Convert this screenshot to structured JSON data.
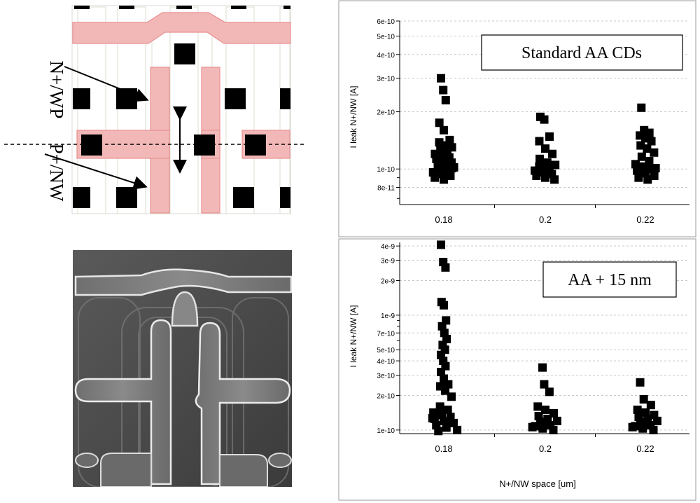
{
  "layout_panel": {
    "label_top": "N+/WP",
    "label_bottom": "P+/NW"
  },
  "sem_panel": {
    "icon": "sem-micrograph"
  },
  "chart_data": [
    {
      "type": "scatter",
      "title": "Standard AA CDs",
      "xlabel": "",
      "ylabel": "I leak N+/NW [A]",
      "yscale": "log",
      "ylim": [
        6.5e-11,
        6e-10
      ],
      "categories": [
        "0.18",
        "0.2",
        "0.22"
      ],
      "yticks": [
        {
          "v": 6e-10,
          "label": "6e-10"
        },
        {
          "v": 5e-10,
          "label": "5e-10"
        },
        {
          "v": 4e-10,
          "label": "4e-10"
        },
        {
          "v": 3e-10,
          "label": "3e-10"
        },
        {
          "v": 2e-10,
          "label": "2e-10"
        },
        {
          "v": 1e-10,
          "label": "1e-10"
        },
        {
          "v": 8e-11,
          "label": "8e-11"
        }
      ],
      "minor_ticks": [
        9e-11,
        7e-11
      ],
      "grid": true,
      "series": [
        {
          "category": "0.18",
          "values": [
            3e-10,
            2.6e-10,
            2.3e-10,
            1.75e-10,
            1.6e-10,
            1.42e-10,
            1.38e-10,
            1.33e-10,
            1.3e-10,
            1.26e-10,
            1.23e-10,
            1.2e-10,
            1.18e-10,
            1.15e-10,
            1.13e-10,
            1.1e-10,
            1.08e-10,
            1.06e-10,
            1.04e-10,
            1.02e-10,
            1e-10,
            9.8e-11,
            9.6e-11,
            9.4e-11,
            9.2e-11,
            9e-11,
            8.8e-11,
            1.01e-10,
            1.05e-10,
            9.7e-11
          ]
        },
        {
          "category": "0.2",
          "values": [
            1.88e-10,
            1.82e-10,
            1.48e-10,
            1.4e-10,
            1.28e-10,
            1.2e-10,
            1.13e-10,
            1.08e-10,
            1.05e-10,
            1.02e-10,
            1e-10,
            9.8e-11,
            9.6e-11,
            9.4e-11,
            9.2e-11,
            9e-11,
            8.8e-11,
            1.03e-10,
            9.7e-11
          ]
        },
        {
          "category": "0.22",
          "values": [
            2.1e-10,
            1.6e-10,
            1.55e-10,
            1.5e-10,
            1.45e-10,
            1.4e-10,
            1.33e-10,
            1.28e-10,
            1.22e-10,
            1.16e-10,
            1.1e-10,
            1.06e-10,
            1.03e-10,
            1e-10,
            9.8e-11,
            9.5e-11,
            9.2e-11,
            9e-11,
            8.8e-11,
            1.01e-10,
            9.7e-11
          ]
        }
      ]
    },
    {
      "type": "scatter",
      "title": "AA + 15 nm",
      "xlabel": "N+/NW space [um]",
      "ylabel": "I leak N+/NW [A]",
      "yscale": "log",
      "ylim": [
        9.3e-11,
        4.3e-09
      ],
      "categories": [
        "0.18",
        "0.2",
        "0.22"
      ],
      "yticks": [
        {
          "v": 4e-09,
          "label": "4e-9"
        },
        {
          "v": 3e-09,
          "label": "3e-9"
        },
        {
          "v": 2e-09,
          "label": "2e-9"
        },
        {
          "v": 1e-09,
          "label": "1e-9"
        },
        {
          "v": 7e-10,
          "label": "7e-10"
        },
        {
          "v": 5e-10,
          "label": "5e-10"
        },
        {
          "v": 4e-10,
          "label": "4e-10"
        },
        {
          "v": 3e-10,
          "label": "3e-10"
        },
        {
          "v": 2e-10,
          "label": "2e-10"
        },
        {
          "v": 1e-10,
          "label": "1e-10"
        }
      ],
      "minor_ticks": [
        9e-10,
        8e-10,
        6e-10
      ],
      "grid": true,
      "series": [
        {
          "category": "0.18",
          "values": [
            4.1e-09,
            2.9e-09,
            2.6e-09,
            1.3e-09,
            1.22e-09,
            9e-10,
            8e-10,
            7e-10,
            6.2e-10,
            5.5e-10,
            5e-10,
            4.5e-10,
            4e-10,
            3.6e-10,
            3.2e-10,
            2.8e-10,
            2.5e-10,
            2.4e-10,
            2.2e-10,
            1.95e-10,
            1.6e-10,
            1.5e-10,
            1.42e-10,
            1.35e-10,
            1.3e-10,
            1.25e-10,
            1.2e-10,
            1.15e-10,
            1.1e-10,
            1.05e-10,
            1e-10,
            9.8e-11,
            1.18e-10,
            1.27e-10,
            1.38e-10
          ]
        },
        {
          "category": "0.2",
          "values": [
            3.5e-10,
            2.5e-10,
            2.15e-10,
            1.6e-10,
            1.5e-10,
            1.4e-10,
            1.32e-10,
            1.25e-10,
            1.2e-10,
            1.15e-10,
            1.1e-10,
            1.06e-10,
            1.03e-10,
            1e-10,
            1.08e-10,
            1.18e-10
          ]
        },
        {
          "category": "0.22",
          "values": [
            2.6e-10,
            1.85e-10,
            1.65e-10,
            1.5e-10,
            1.42e-10,
            1.35e-10,
            1.3e-10,
            1.25e-10,
            1.2e-10,
            1.15e-10,
            1.1e-10,
            1.06e-10,
            1.03e-10,
            1e-10,
            1.08e-10,
            1.18e-10
          ]
        }
      ]
    }
  ]
}
